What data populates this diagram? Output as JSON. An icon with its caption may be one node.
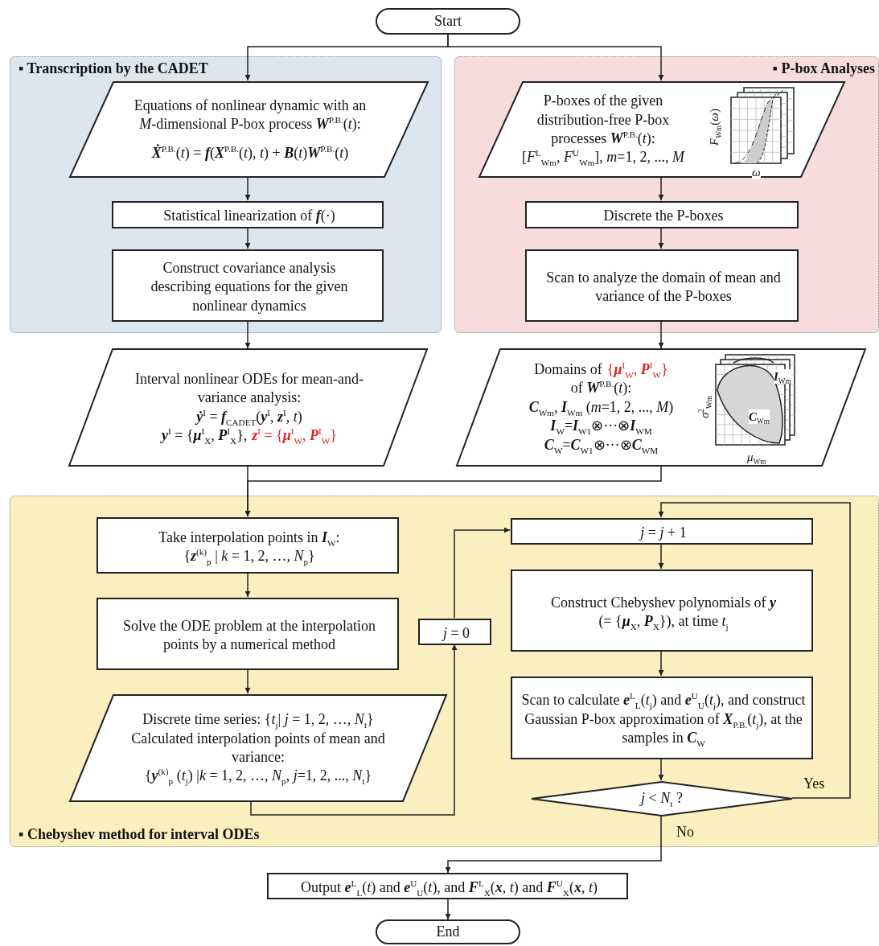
{
  "diagram": {
    "nodes": [
      {
        "text": [
          "Start"
        ]
      },
      {
        "text": [
          "▪ Transcription by the CADET"
        ]
      },
      {
        "text": [
          "▪ P-box Analyses"
        ]
      },
      {
        "text": [
          "Equations of nonlinear dynamic  with an *M*-dimensional P-box process **W**$^{P.B.}$(*t*):",
          "**Ẋ**$^{P.B.}$(*t*) = **f**(**X**$^{P.B.}$(*t*), *t*) + **B**(*t*)**W**$^{P.B.}$(*t*)"
        ],
        "in": 1
      },
      {
        "text": [
          "Statistical linearization of **f**(·)"
        ],
        "in": 1
      },
      {
        "text": [
          "Construct covariance analysis describing equations for the given nonlinear dynamics"
        ],
        "in": 1
      },
      {
        "text": [
          "P-boxes of the given distribution-free P-box processes **W**$^{P.B.}$(*t*):",
          "[*F*$^{L}$$_{Wm}$, *F*$^{U}$$_{Wm}$], *m*=1, 2, ..., *M*"
        ],
        "in": 2
      },
      {
        "text": [
          "Discrete the P-boxes"
        ],
        "in": 2
      },
      {
        "text": [
          "Scan to analyze the domain of mean and variance of the P-boxes"
        ],
        "in": 2
      },
      {
        "text": [
          "Interval nonlinear ODEs for mean-and-variance analysis:",
          "**ẏ**$^{I}$ = **f**$_{CADET}$(**y**$^{I}$, **z**$^{I}$, *t*)",
          "**y**$^{I}$ = {**μ**$^{I}$$_{X}$, **P**$^{I}$$_{X}$},",
          "**z**$^{I}$ = {**μ**$^{I}$$_{W}$, **P**$^{I}$$_{W}$}"
        ]
      },
      {
        "text": [
          "Domains of",
          "{**μ**$^{I}$$_{W}$, **P**$^{I}$$_{W}$}",
          "of **W**$^{P.B.}$(*t*):",
          "**C**$_{Wm}$, **I**$_{Wm}$  (*m*=1, 2, ..., *M*)",
          "**I**$_{W}$=**I**$_{W1}$⊗···⊗**I**$_{WM}$",
          "**C**$_{W}$=**C**$_{W1}$⊗···⊗**C**$_{WM}$"
        ]
      },
      {
        "text": [
          "▪ Chebyshev method for interval ODEs"
        ]
      },
      {
        "text": [
          "Take interpolation points in **I**$_{W}$:",
          "{**z**$^{(k)}$$_{p}$ | *k* = 1, 2, …, *N*$_{p}$}"
        ],
        "in": 11
      },
      {
        "text": [
          "Solve the ODE problem at the interpolation points by a numerical method"
        ],
        "in": 11
      },
      {
        "text": [
          "Discrete time series: {*t*$_{j}$| *j* = 1, 2, …, *N*$_{t}$}",
          "Calculated interpolation points of mean and variance:",
          "{**y**$^{(k)}$$_{p}$ (*t*$_{j}$) |*k* = 1, 2, …, *N*$_{p}$, *j*=1, 2, ..., *N*$_{t}$}"
        ],
        "in": 11
      },
      {
        "text": [
          "*j* = 0"
        ],
        "in": 11
      },
      {
        "text": [
          "*j* = *j* + 1"
        ],
        "in": 11
      },
      {
        "text": [
          "Construct Chebyshev polynomials of **y** (= {**μ**$_{X}$, **P**$_{X}$}), at time *t*$_{j}$"
        ],
        "in": 11
      },
      {
        "text": [
          "Scan to calculate **e**$^{L}$$_{L}$(*t*$_{j}$) and **e**$^{U}$$_{U}$(*t*$_{j}$), and construct Gaussian P-box approximation of **X**$_{P.B.}$(*t*$_{j}$), at the samples in **C**$_{W}$"
        ],
        "in": 11
      },
      {
        "text": [
          "*j* < *N*$_{t}$ ?"
        ],
        "in": 11
      },
      {
        "text": [
          "Output **e**$^{L}$$_{L}$(*t*) and **e**$^{U}$$_{U}$(*t*), and **F**$^{L}$$_{X}$(**x**, *t*) and **F**$^{U}$$_{X}$(**x**, *t*)"
        ]
      },
      {
        "text": [
          "End"
        ]
      }
    ],
    "edges": [
      {
        "from": 0,
        "to": 3,
        "arrow": "to"
      },
      {
        "from": 0,
        "to": 6,
        "arrow": "to"
      },
      {
        "from": 3,
        "to": 4,
        "arrow": "to"
      },
      {
        "from": 4,
        "to": 5,
        "arrow": "to"
      },
      {
        "from": 5,
        "to": 9,
        "arrow": "to"
      },
      {
        "from": 6,
        "to": 7,
        "arrow": "to"
      },
      {
        "from": 7,
        "to": 8,
        "arrow": "to"
      },
      {
        "from": 8,
        "to": 10,
        "arrow": "to"
      },
      {
        "from": 9,
        "to": 12,
        "arrow": "to"
      },
      {
        "from": 10,
        "to": 12,
        "arrow": "to"
      },
      {
        "from": 12,
        "to": 13,
        "arrow": "to"
      },
      {
        "from": 13,
        "to": 14,
        "arrow": "to"
      },
      {
        "from": 14,
        "to": 15,
        "arrow": "to"
      },
      {
        "from": 15,
        "to": 16,
        "arrow": "to"
      },
      {
        "from": 16,
        "to": 17,
        "arrow": "to"
      },
      {
        "from": 17,
        "to": 18,
        "arrow": "to"
      },
      {
        "from": 18,
        "to": 19,
        "arrow": "to"
      },
      {
        "from": 19,
        "to": 16,
        "arrow": "to",
        "label": "Yes"
      },
      {
        "from": 19,
        "to": 20,
        "arrow": "to",
        "label": "No"
      },
      {
        "from": 20,
        "to": 21,
        "arrow": "to"
      }
    ],
    "labels": [
      "*F*$_{Wm}$(*ω*)",
      "*ω*",
      "*σ*$^{2}$$_{Wm}$",
      "**I**$_{Wm}$",
      "**C**$_{Wm}$",
      "*μ*$_{Wm}$"
    ]
  }
}
